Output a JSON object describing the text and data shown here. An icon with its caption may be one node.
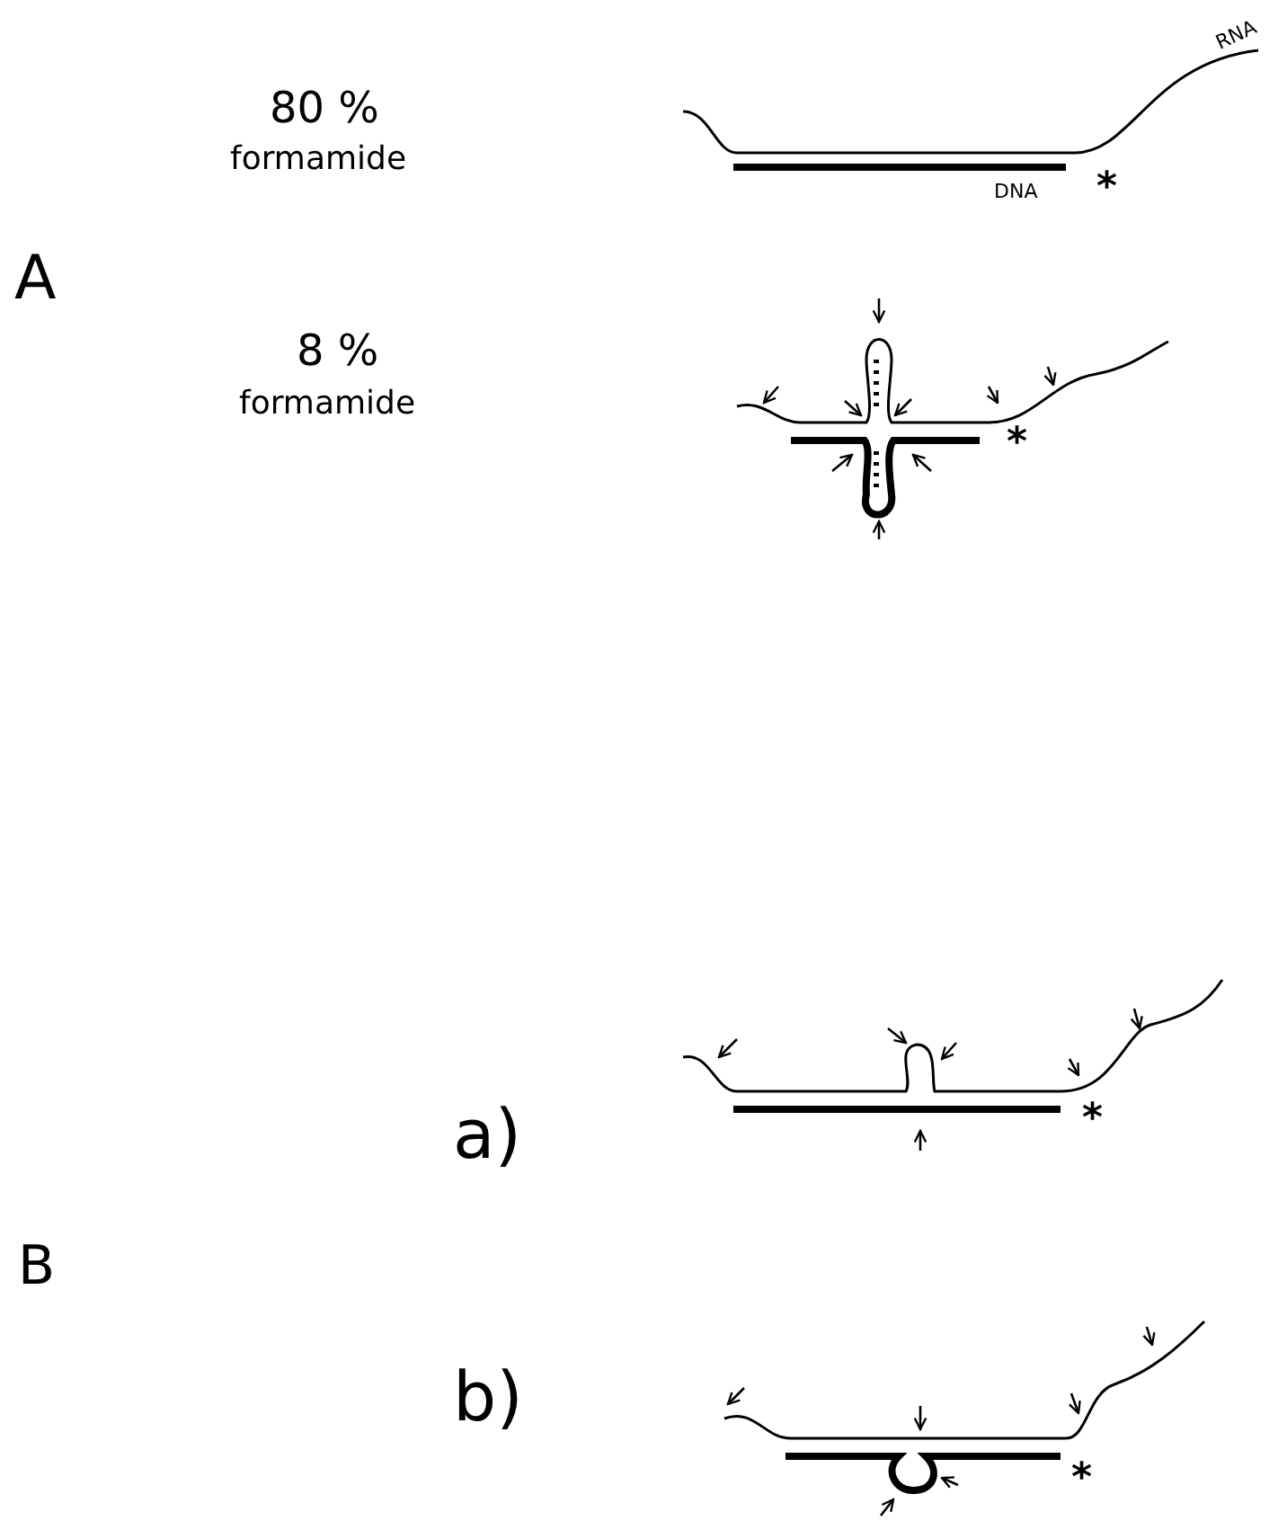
{
  "diagram": {
    "labels": [
      "80 %",
      "RNA",
      "formamide",
      "DNA",
      "*",
      "A",
      "8 %",
      "formamide",
      "*",
      "a)",
      "*",
      "B",
      "b)",
      "*"
    ]
  }
}
